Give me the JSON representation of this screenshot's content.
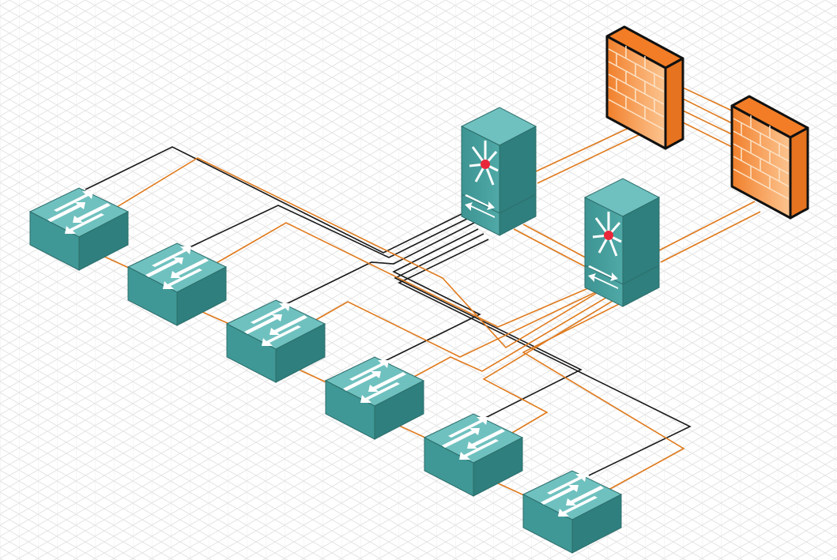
{
  "diagram": {
    "background": "isometric-grid",
    "colors": {
      "grid": "#e3e3e3",
      "switch_top": "#6fc1bf",
      "switch_left": "#3f9896",
      "switch_right": "#2e7f7d",
      "firewall_face": "#f59a4c",
      "firewall_light": "#fbc38e",
      "firewall_side": "#e6731f",
      "cable_black": "#1a1a1a",
      "cable_orange": "#e07a1c",
      "core_status_dot": "#e8283a"
    },
    "devices": [
      {
        "name": "access-switch-1",
        "type": "access-switch",
        "icon": "arrows-exchange-icon"
      },
      {
        "name": "access-switch-2",
        "type": "access-switch",
        "icon": "arrows-exchange-icon"
      },
      {
        "name": "access-switch-3",
        "type": "access-switch",
        "icon": "arrows-exchange-icon"
      },
      {
        "name": "access-switch-4",
        "type": "access-switch",
        "icon": "arrows-exchange-icon"
      },
      {
        "name": "access-switch-5",
        "type": "access-switch",
        "icon": "arrows-exchange-icon"
      },
      {
        "name": "access-switch-6",
        "type": "access-switch",
        "icon": "arrows-exchange-icon"
      },
      {
        "name": "core-switch-1",
        "type": "multilayer-switch",
        "icon": "starburst-router-icon"
      },
      {
        "name": "core-switch-2",
        "type": "multilayer-switch",
        "icon": "starburst-router-icon"
      },
      {
        "name": "firewall-1",
        "type": "firewall",
        "icon": "brick-wall-icon"
      },
      {
        "name": "firewall-2",
        "type": "firewall",
        "icon": "brick-wall-icon"
      }
    ],
    "links": [
      {
        "from": "access-switch-1",
        "to": "core-switch-1",
        "color": "black"
      },
      {
        "from": "access-switch-1",
        "to": "core-switch-2",
        "color": "orange"
      },
      {
        "from": "access-switch-2",
        "to": "core-switch-1",
        "color": "black"
      },
      {
        "from": "access-switch-2",
        "to": "core-switch-2",
        "color": "orange"
      },
      {
        "from": "access-switch-3",
        "to": "core-switch-1",
        "color": "black"
      },
      {
        "from": "access-switch-3",
        "to": "core-switch-2",
        "color": "orange"
      },
      {
        "from": "access-switch-4",
        "to": "core-switch-1",
        "color": "black"
      },
      {
        "from": "access-switch-4",
        "to": "core-switch-2",
        "color": "orange"
      },
      {
        "from": "access-switch-5",
        "to": "core-switch-1",
        "color": "black"
      },
      {
        "from": "access-switch-5",
        "to": "core-switch-2",
        "color": "orange"
      },
      {
        "from": "access-switch-6",
        "to": "core-switch-1",
        "color": "black"
      },
      {
        "from": "access-switch-6",
        "to": "core-switch-2",
        "color": "orange"
      },
      {
        "from": "core-switch-1",
        "to": "firewall-1",
        "color": "orange"
      },
      {
        "from": "core-switch-1",
        "to": "firewall-2",
        "color": "orange"
      },
      {
        "from": "core-switch-2",
        "to": "firewall-1",
        "color": "orange"
      },
      {
        "from": "core-switch-2",
        "to": "firewall-2",
        "color": "orange"
      },
      {
        "from": "firewall-1",
        "to": "firewall-2",
        "color": "orange"
      }
    ]
  }
}
